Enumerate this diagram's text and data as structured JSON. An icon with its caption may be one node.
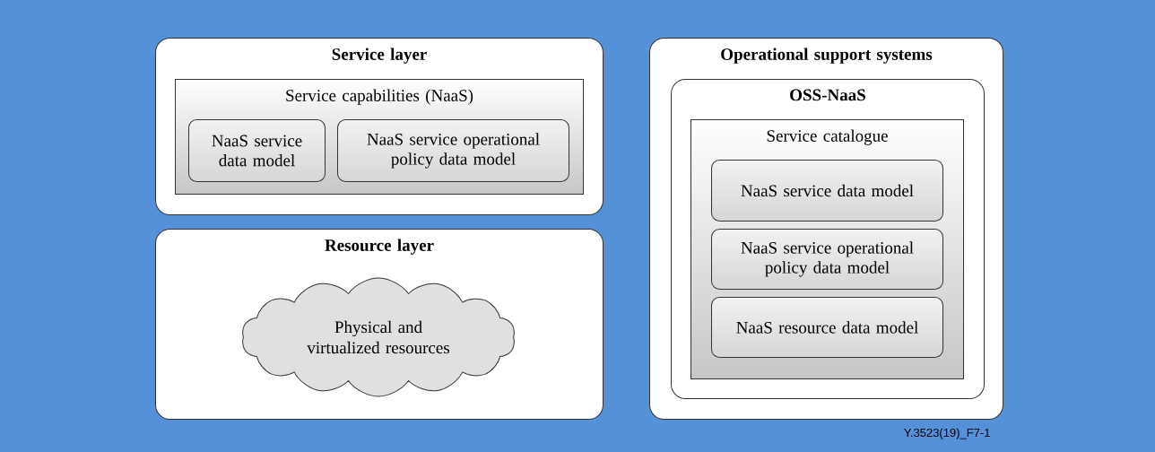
{
  "diagram": {
    "nodes": [
      {
        "text": [
          "Service layer"
        ]
      },
      {
        "text": [
          "Service capabilities (NaaS)"
        ],
        "in": 0
      },
      {
        "text": [
          "NaaS service data model"
        ],
        "in": 1
      },
      {
        "text": [
          "NaaS service operational policy data model"
        ],
        "in": 1
      },
      {
        "text": [
          "Resource layer"
        ]
      },
      {
        "text": [
          "Physical and virtualized resources"
        ],
        "in": 4
      },
      {
        "text": [
          "Operational support systems"
        ]
      },
      {
        "text": [
          "OSS-NaaS"
        ],
        "in": 6
      },
      {
        "text": [
          "Service catalogue"
        ],
        "in": 7
      },
      {
        "text": [
          "NaaS service data model"
        ],
        "in": 8
      },
      {
        "text": [
          "NaaS service operational policy data model"
        ],
        "in": 8
      },
      {
        "text": [
          "NaaS resource data model"
        ],
        "in": 8
      }
    ],
    "labels": [
      "Y.3523(19)_F7-1"
    ]
  }
}
